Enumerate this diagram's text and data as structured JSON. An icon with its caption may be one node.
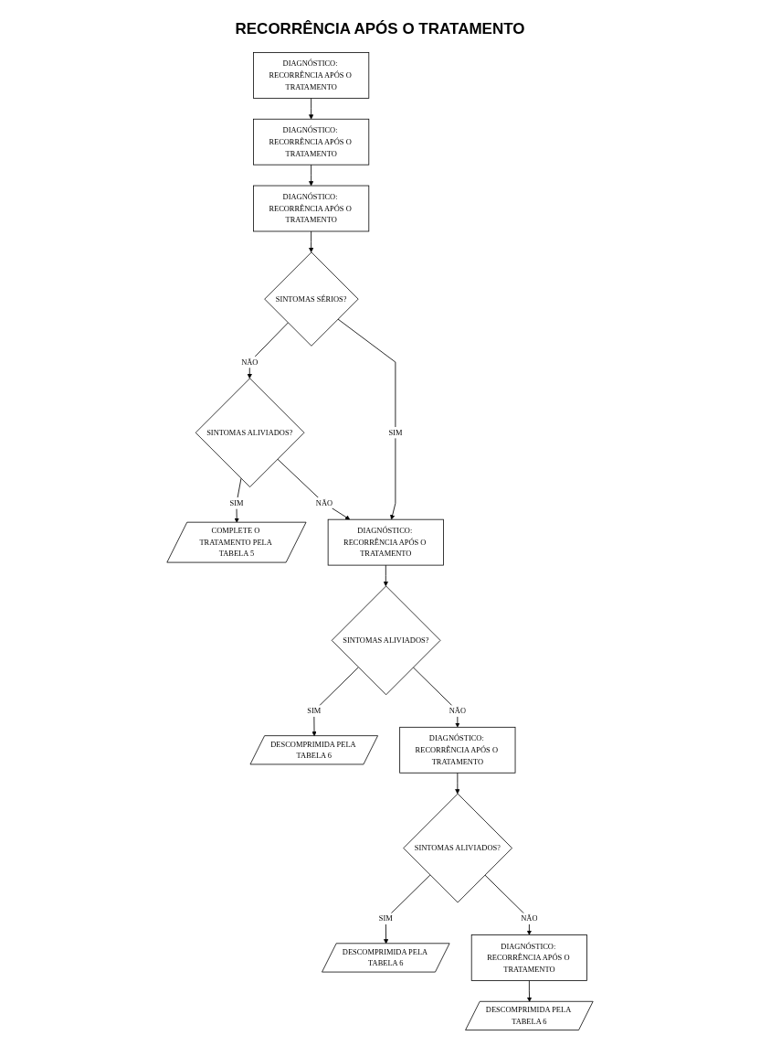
{
  "diagram": {
    "title": "RECORRÊNCIA APÓS O TRATAMENTO",
    "nodes": [
      {
        "text": [
          "DIAGNÓSTICO: RECORRÊNCIA APÓS O TRATAMENTO"
        ]
      },
      {
        "text": [
          "DIAGNÓSTICO: RECORRÊNCIA APÓS O TRATAMENTO"
        ]
      },
      {
        "text": [
          "DIAGNÓSTICO: RECORRÊNCIA APÓS O TRATAMENTO"
        ]
      },
      {
        "text": [
          "SINTOMAS SÉRIOS?"
        ]
      },
      {
        "text": [
          "SINTOMAS ALIVIADOS?"
        ]
      },
      {
        "text": [
          "COMPLETE O TRATAMENTO PELA TABELA 5"
        ]
      },
      {
        "text": [
          "DIAGNÓSTICO: RECORRÊNCIA APÓS O TRATAMENTO"
        ]
      },
      {
        "text": [
          "SINTOMAS ALIVIADOS?"
        ]
      },
      {
        "text": [
          "DESCOMPRIMIDA PELA TABELA 6"
        ]
      },
      {
        "text": [
          "DIAGNÓSTICO: RECORRÊNCIA APÓS O TRATAMENTO"
        ]
      },
      {
        "text": [
          "SINTOMAS ALIVIADOS?"
        ]
      },
      {
        "text": [
          "DESCOMPRIMIDA PELA TABELA 6"
        ]
      },
      {
        "text": [
          "DIAGNÓSTICO: RECORRÊNCIA APÓS O TRATAMENTO"
        ]
      },
      {
        "text": [
          "DESCOMPRIMIDA PELA TABELA 6"
        ]
      }
    ],
    "edges": [
      {
        "from": 0,
        "to": 1,
        "arrow": "to"
      },
      {
        "from": 1,
        "to": 2,
        "arrow": "to"
      },
      {
        "from": 2,
        "to": 3,
        "arrow": "to"
      },
      {
        "from": 3,
        "to": 4,
        "arrow": "to",
        "label": "NÃO"
      },
      {
        "from": 4,
        "to": 5,
        "arrow": "to",
        "label": "SIM"
      },
      {
        "from": 3,
        "to": 6,
        "arrow": "to",
        "label": "SIM"
      },
      {
        "from": 4,
        "to": 6,
        "arrow": "to",
        "label": "NÃO"
      },
      {
        "from": 6,
        "to": 7,
        "arrow": "to"
      },
      {
        "from": 7,
        "to": 8,
        "arrow": "to",
        "label": "SIM"
      },
      {
        "from": 7,
        "to": 9,
        "arrow": "to",
        "label": "NÃO"
      },
      {
        "from": 9,
        "to": 10,
        "arrow": "to"
      },
      {
        "from": 10,
        "to": 11,
        "arrow": "to",
        "label": "SIM"
      },
      {
        "from": 10,
        "to": 12,
        "arrow": "to",
        "label": "NÃO"
      },
      {
        "from": 12,
        "to": 13,
        "arrow": "to"
      }
    ]
  }
}
